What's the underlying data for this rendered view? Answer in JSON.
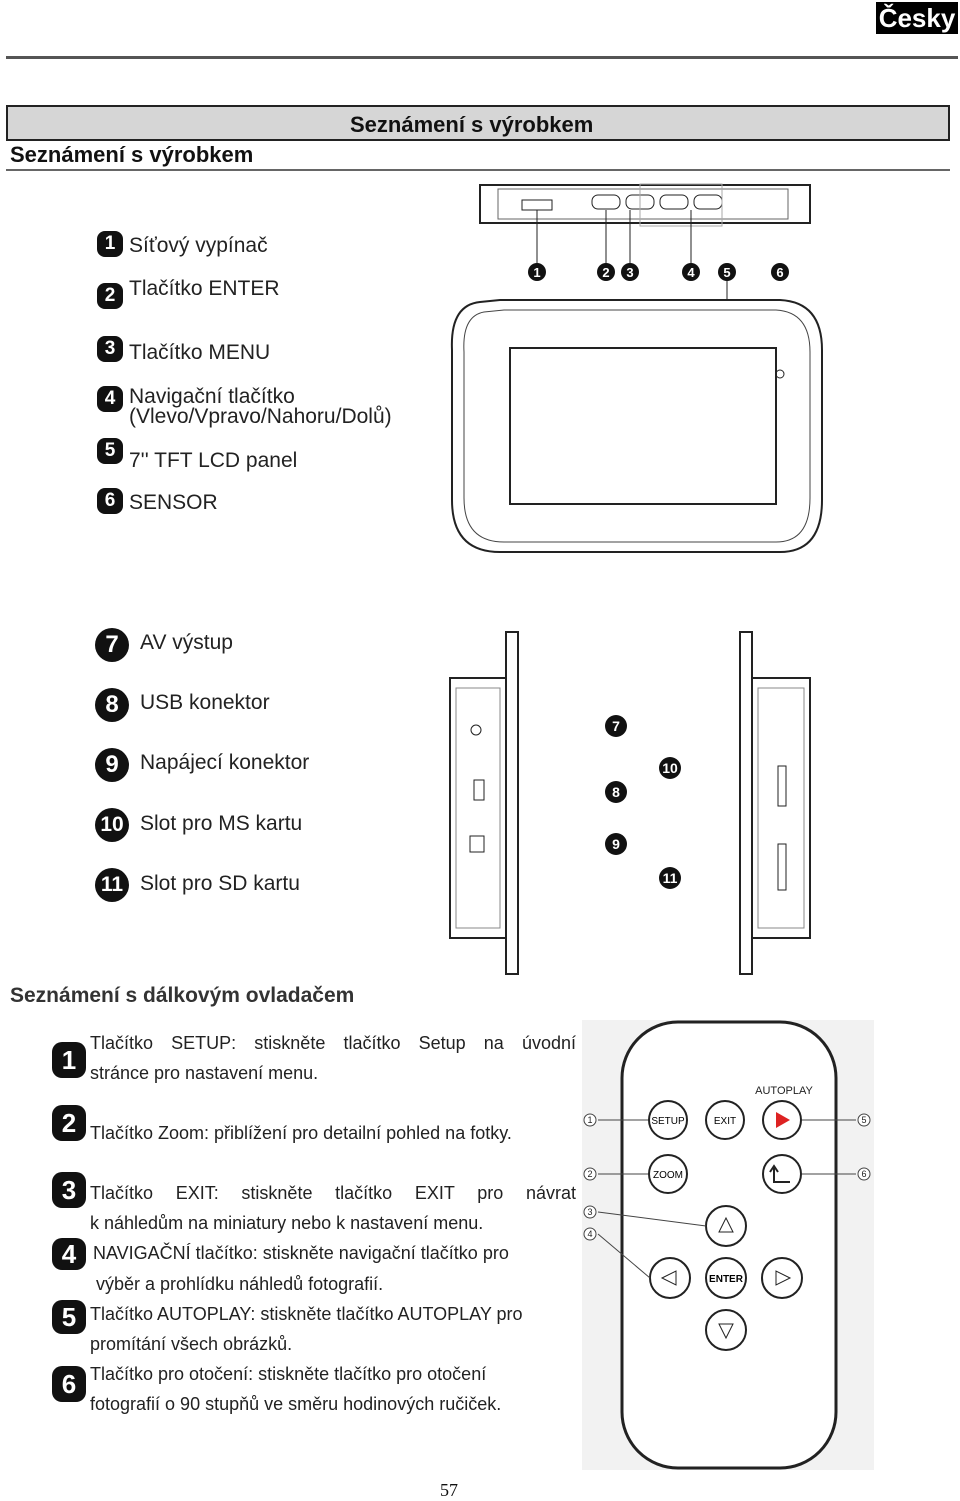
{
  "language_label": "Česky",
  "header": {
    "title_right": "Seznámení s výrobkem",
    "title_left": "Seznámení s výrobkem"
  },
  "front_items": [
    {
      "num": "1",
      "label": "Síťový vypínač"
    },
    {
      "num": "2",
      "label": "Tlačítko ENTER"
    },
    {
      "num": "3",
      "label": "Tlačítko MENU"
    },
    {
      "num": "4",
      "label": "Navigační tlačítko",
      "sub": "(Vlevo/Vpravo/Nahoru/Dolů)"
    },
    {
      "num": "5",
      "label": "7'' TFT LCD panel"
    },
    {
      "num": "6",
      "label": "SENSOR"
    }
  ],
  "side_items": [
    {
      "num": "7",
      "label": "AV výstup"
    },
    {
      "num": "8",
      "label": "USB konektor"
    },
    {
      "num": "9",
      "label": "Napájecí konektor"
    },
    {
      "num": "10",
      "label": "Slot pro MS kartu"
    },
    {
      "num": "11",
      "label": "Slot pro SD kartu"
    }
  ],
  "remote_section_title": "Seznámení s dálkovým ovladačem",
  "remote_items": [
    {
      "num": "1",
      "line1": "Tlačítko SETUP: stiskněte tlačítko Setup na úvodní",
      "line2": "stránce pro nastavení menu."
    },
    {
      "num": "2",
      "line1": "Tlačítko Zoom: přiblížení pro detailní pohled na fotky."
    },
    {
      "num": "3",
      "line1": "Tlačítko EXIT: stiskněte tlačítko EXIT pro návrat",
      "line2": "k náhledům na miniatury nebo k nastavení menu."
    },
    {
      "num": "4",
      "line1": "NAVIGAČNÍ tlačítko: stiskněte navigační tlačítko pro",
      "line2": "výběr a prohlídku náhledů fotografií."
    },
    {
      "num": "5",
      "line1": "Tlačítko AUTOPLAY: stiskněte tlačítko AUTOPLAY pro",
      "line2": "promítání všech obrázků."
    },
    {
      "num": "6",
      "line1": "Tlačítko pro otočení: stiskněte tlačítko pro otočení",
      "line2": "fotografií o 90 stupňů ve směru hodinových ručiček."
    }
  ],
  "remote_labels": {
    "autoplay": "AUTOPLAY",
    "setup": "SETUP",
    "exit": "EXIT",
    "zoom": "ZOOM",
    "enter": "ENTER"
  },
  "page_number": "57"
}
